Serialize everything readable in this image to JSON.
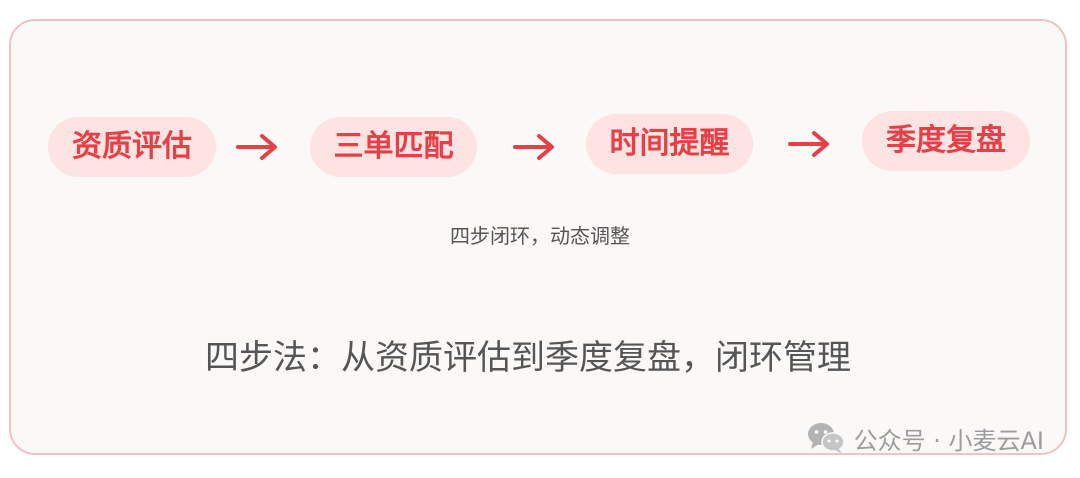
{
  "flow": {
    "steps": [
      {
        "label": "资质评估"
      },
      {
        "label": "三单匹配"
      },
      {
        "label": "时间提醒"
      },
      {
        "label": "季度复盘"
      }
    ],
    "caption": "四步闭环，动态调整"
  },
  "headline": "四步法：从资质评估到季度复盘，闭环管理",
  "watermark": {
    "icon": "wechat-icon",
    "text": "公众号 · 小麦云AI"
  },
  "colors": {
    "accent": "#e63f46",
    "pill_background": "#fde3e2",
    "card_border": "#efc2c4",
    "card_background": "#fbf9f7",
    "text_gray": "#555555",
    "watermark_gray": "#9c9c9c"
  }
}
